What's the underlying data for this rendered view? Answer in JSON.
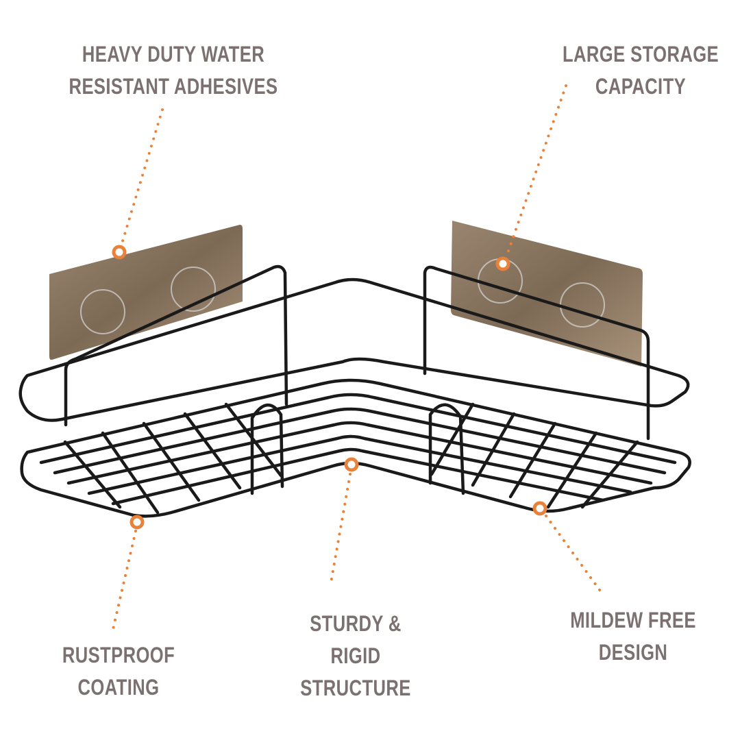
{
  "features": [
    {
      "id": "adhesives",
      "lines": [
        "HEAVY DUTY WATER",
        "RESISTANT ADHESIVES"
      ]
    },
    {
      "id": "storage",
      "lines": [
        "LARGE STORAGE",
        "CAPACITY"
      ]
    },
    {
      "id": "rustproof",
      "lines": [
        "RUSTPROOF",
        "COATING"
      ]
    },
    {
      "id": "sturdy",
      "lines": [
        "STURDY &",
        "RIGID",
        "STRUCTURE"
      ]
    },
    {
      "id": "mildew",
      "lines": [
        "MILDEW FREE",
        "DESIGN"
      ]
    }
  ],
  "colors": {
    "accent": "#e8823a",
    "text": "#7b7171",
    "wire": "#1a1a1a",
    "pad": "#8a7560"
  }
}
